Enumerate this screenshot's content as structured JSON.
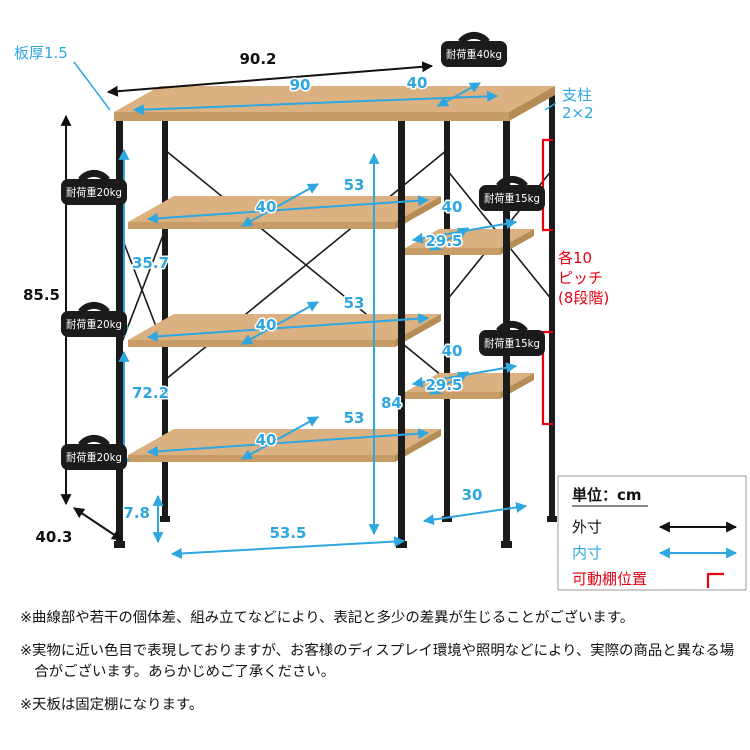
{
  "colors": {
    "accent_blue": "#2ea7e0",
    "accent_red": "#e60012",
    "wood": "#dbb181",
    "frame_black": "#1b1b1b"
  },
  "labels": {
    "board_thickness": "板厚1.5",
    "pillar_line1": "支柱",
    "pillar_line2": "2×2",
    "pitch_line1": "各10",
    "pitch_line2": "ピッチ",
    "pitch_line3": "(8段階)"
  },
  "dimensions": {
    "top_width_outer": "90.2",
    "top_width_inner": "90",
    "top_depth_inner": "40",
    "height_outer": "85.5",
    "inner_height_upper": "35.7",
    "inner_height_lower": "72.2",
    "inner_height_full": "84",
    "shelf_width_inner": "53",
    "shelf_depth_inner": "40",
    "side_shelf_width": "40",
    "side_shelf_depth": "29.5",
    "base_depth_outer": "40.3",
    "base_clearance": "7.8",
    "base_width_inner": "53.5",
    "side_width_inner": "30"
  },
  "load_badges": {
    "top": "耐荷重40kg",
    "left": "耐荷重20kg",
    "right": "耐荷重15kg"
  },
  "legend": {
    "unit": "単位：cm",
    "outer": "外寸",
    "inner": "内寸",
    "movable": "可動棚位置"
  },
  "notes": [
    "※曲線部や若干の個体差、組み立てなどにより、表記と多少の差異が生じることがございます。",
    "※実物に近い色目で表現しておりますが、お客様のディスプレイ環境や照明などにより、実際の商品と異なる場合がございます。あらかじめご了承ください。",
    "※天板は固定棚になります。"
  ]
}
